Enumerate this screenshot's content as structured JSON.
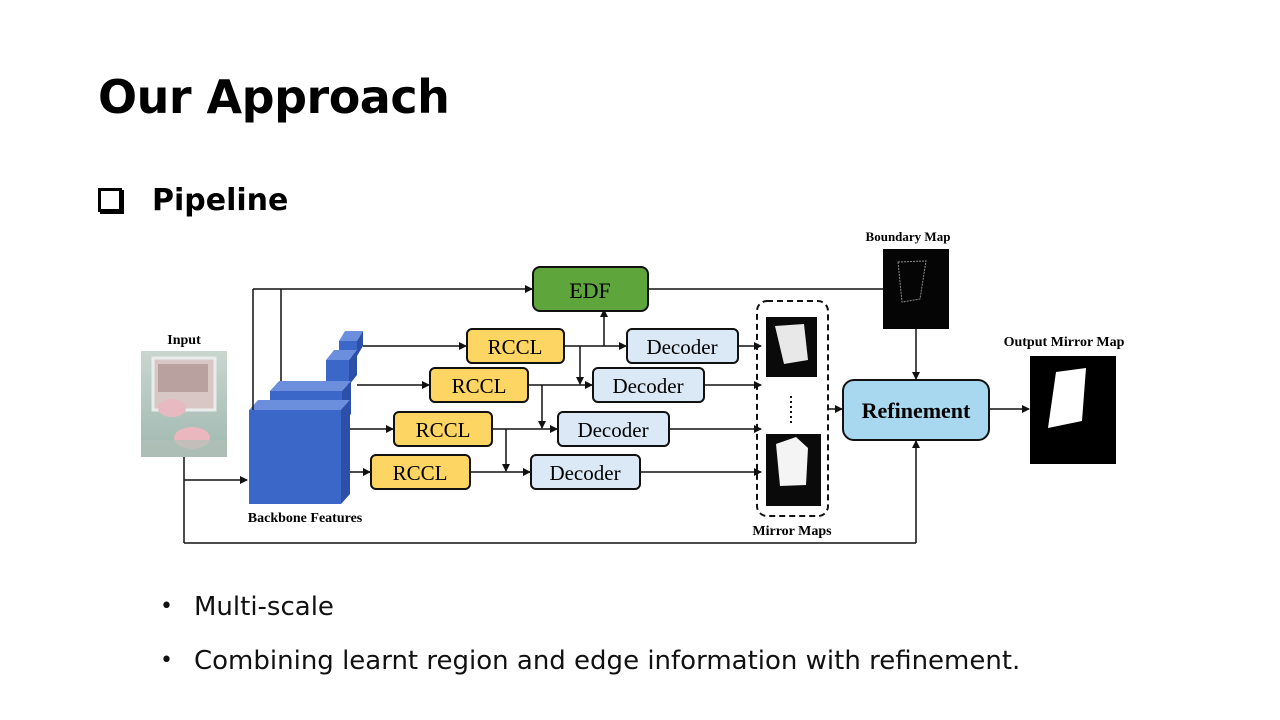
{
  "slide": {
    "title": "Our Approach",
    "section_label": "Pipeline"
  },
  "diagram": {
    "input_label": "Input",
    "backbone_label": "Backbone Features",
    "edf_label": "EDF",
    "rccl_label": "RCCL",
    "decoder_label": "Decoder",
    "refinement_label": "Refinement",
    "boundary_map_label": "Boundary Map",
    "mirror_maps_label": "Mirror Maps",
    "output_label": "Output Mirror Map",
    "colors": {
      "edf": "#5ea53c",
      "rccl": "#fdd562",
      "decoder": "#dbe8f5",
      "refinement": "#a8d8ef",
      "backbone": "#3b67c8"
    }
  },
  "bullets": [
    "Multi-scale",
    "Combining learnt region and edge information with refinement."
  ]
}
